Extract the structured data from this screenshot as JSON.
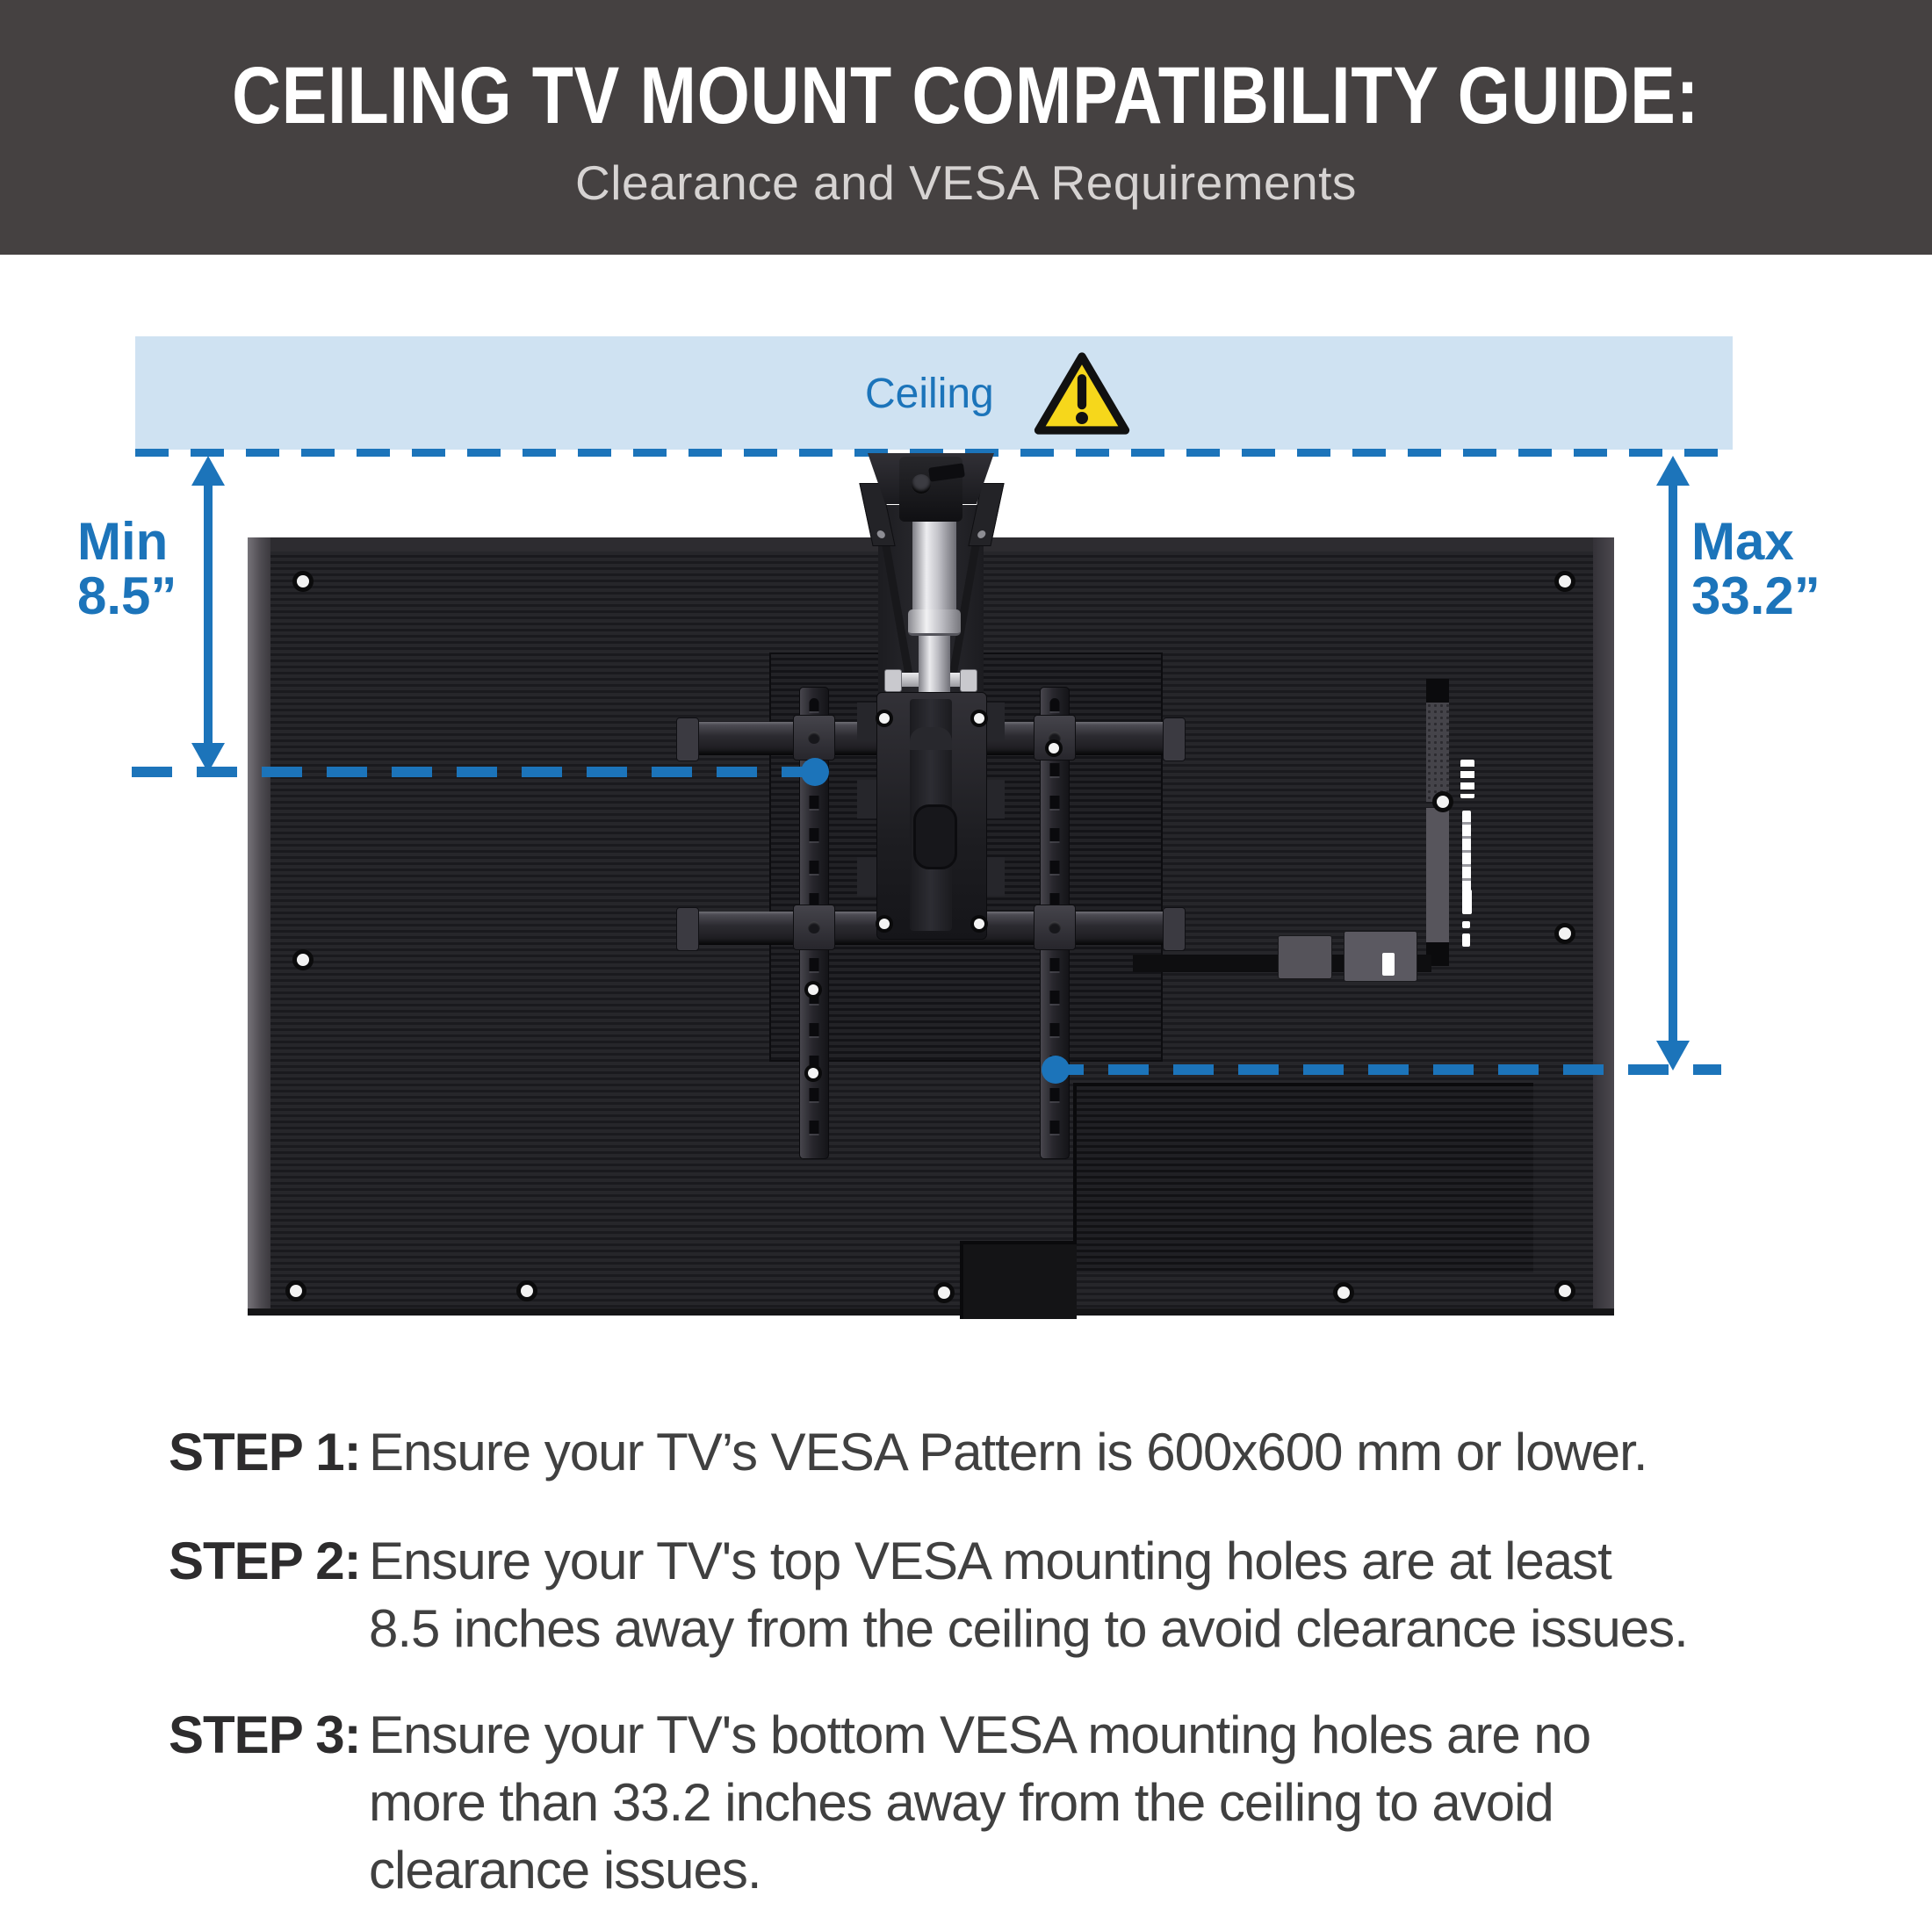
{
  "header": {
    "title": "CEILING TV MOUNT COMPATIBILITY GUIDE:",
    "subtitle": "Clearance and VESA Requirements"
  },
  "diagram": {
    "ceiling_label": "Ceiling",
    "warning_icon": "warning-triangle-icon",
    "min": {
      "label": "Min",
      "value": "8.5”"
    },
    "max": {
      "label": "Max",
      "value": "33.2”"
    }
  },
  "steps": [
    {
      "label": "STEP 1:",
      "text": "Ensure your TV’s VESA Pattern is 600x600 mm or lower."
    },
    {
      "label": "STEP 2:",
      "text": "Ensure your TV's top VESA mounting holes are at least\n8.5 inches away from the ceiling to avoid clearance issues."
    },
    {
      "label": "STEP 3:",
      "text": "Ensure your TV's bottom VESA mounting holes are no\nmore than 33.2 inches away from the ceiling to avoid\nclearance issues."
    }
  ],
  "colors": {
    "accent_blue": "#1c74ba",
    "ceiling_fill": "#cfe2f2",
    "header_bg": "#454141",
    "warning_yellow": "#f6d71b"
  }
}
